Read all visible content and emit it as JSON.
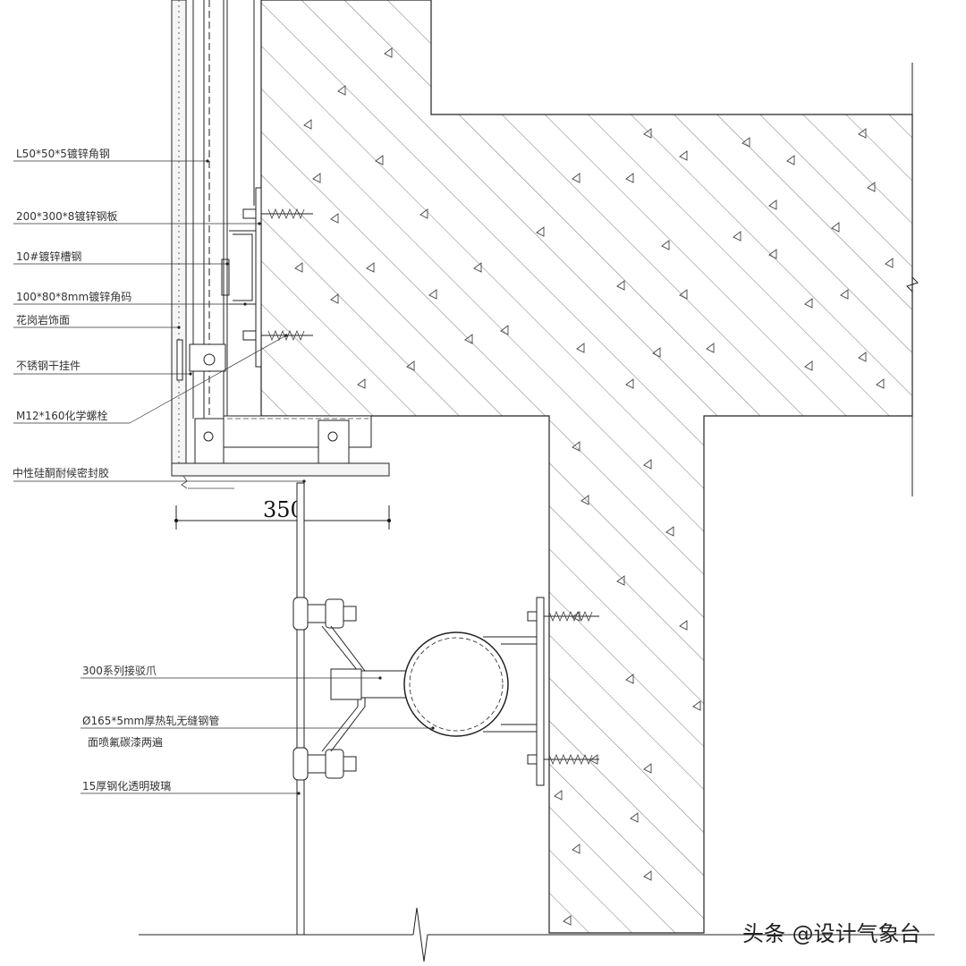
{
  "labels": {
    "angle_steel": "L50*50*5镀锌角钢",
    "steel_plate": "200*300*8镀锌钢板",
    "channel_steel": "10#镀锌槽钢",
    "corner_code": "100*80*8mm镀锌角码",
    "granite_facing": "花岗岩饰面",
    "stainless_hanger": "不锈钢干挂件",
    "chemical_bolt": "M12*160化学螺栓",
    "sealant": "中性硅酮耐候密封胶",
    "spider_claw": "300系列接驳爪",
    "steel_tube": "Ø165*5mm厚热轧无缝钢管",
    "tube_coating": "面喷氟碳漆两遍",
    "glass": "15厚钢化透明玻璃"
  },
  "dimension": {
    "width_label": "350"
  },
  "watermark": "头条 @设计气象台"
}
